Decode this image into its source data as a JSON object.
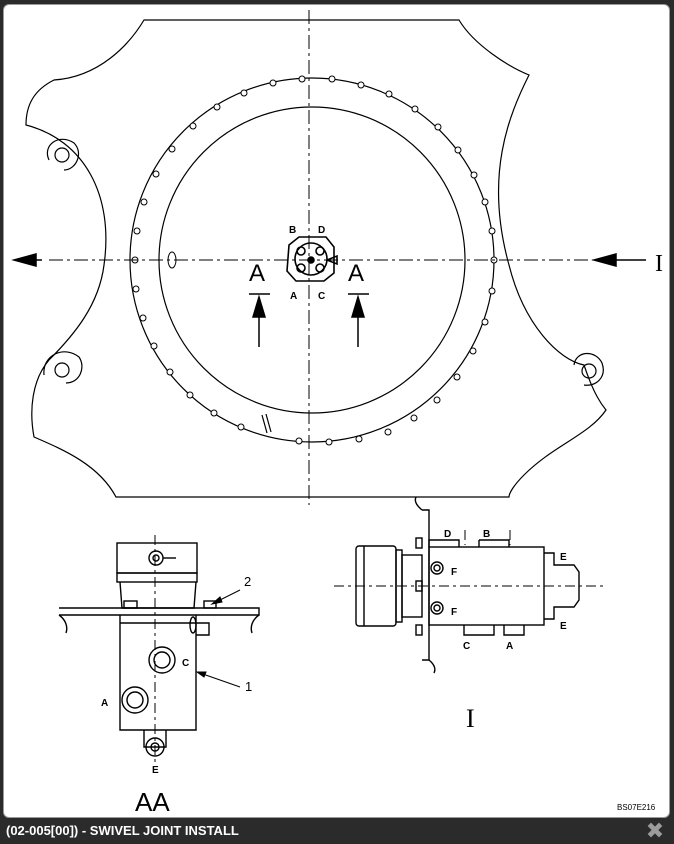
{
  "caption": "(02-005[00]) - SWIVEL JOINT INSTALL",
  "close_glyph": "✖",
  "drawing_code": "BS07E216",
  "labels": {
    "port_a": "A",
    "port_b": "B",
    "port_c": "C",
    "port_d": "D",
    "port_e": "E",
    "port_f": "F",
    "section": "A",
    "view_marker": "I",
    "section_title": "AA",
    "callout_1": "1",
    "callout_2": "2"
  }
}
